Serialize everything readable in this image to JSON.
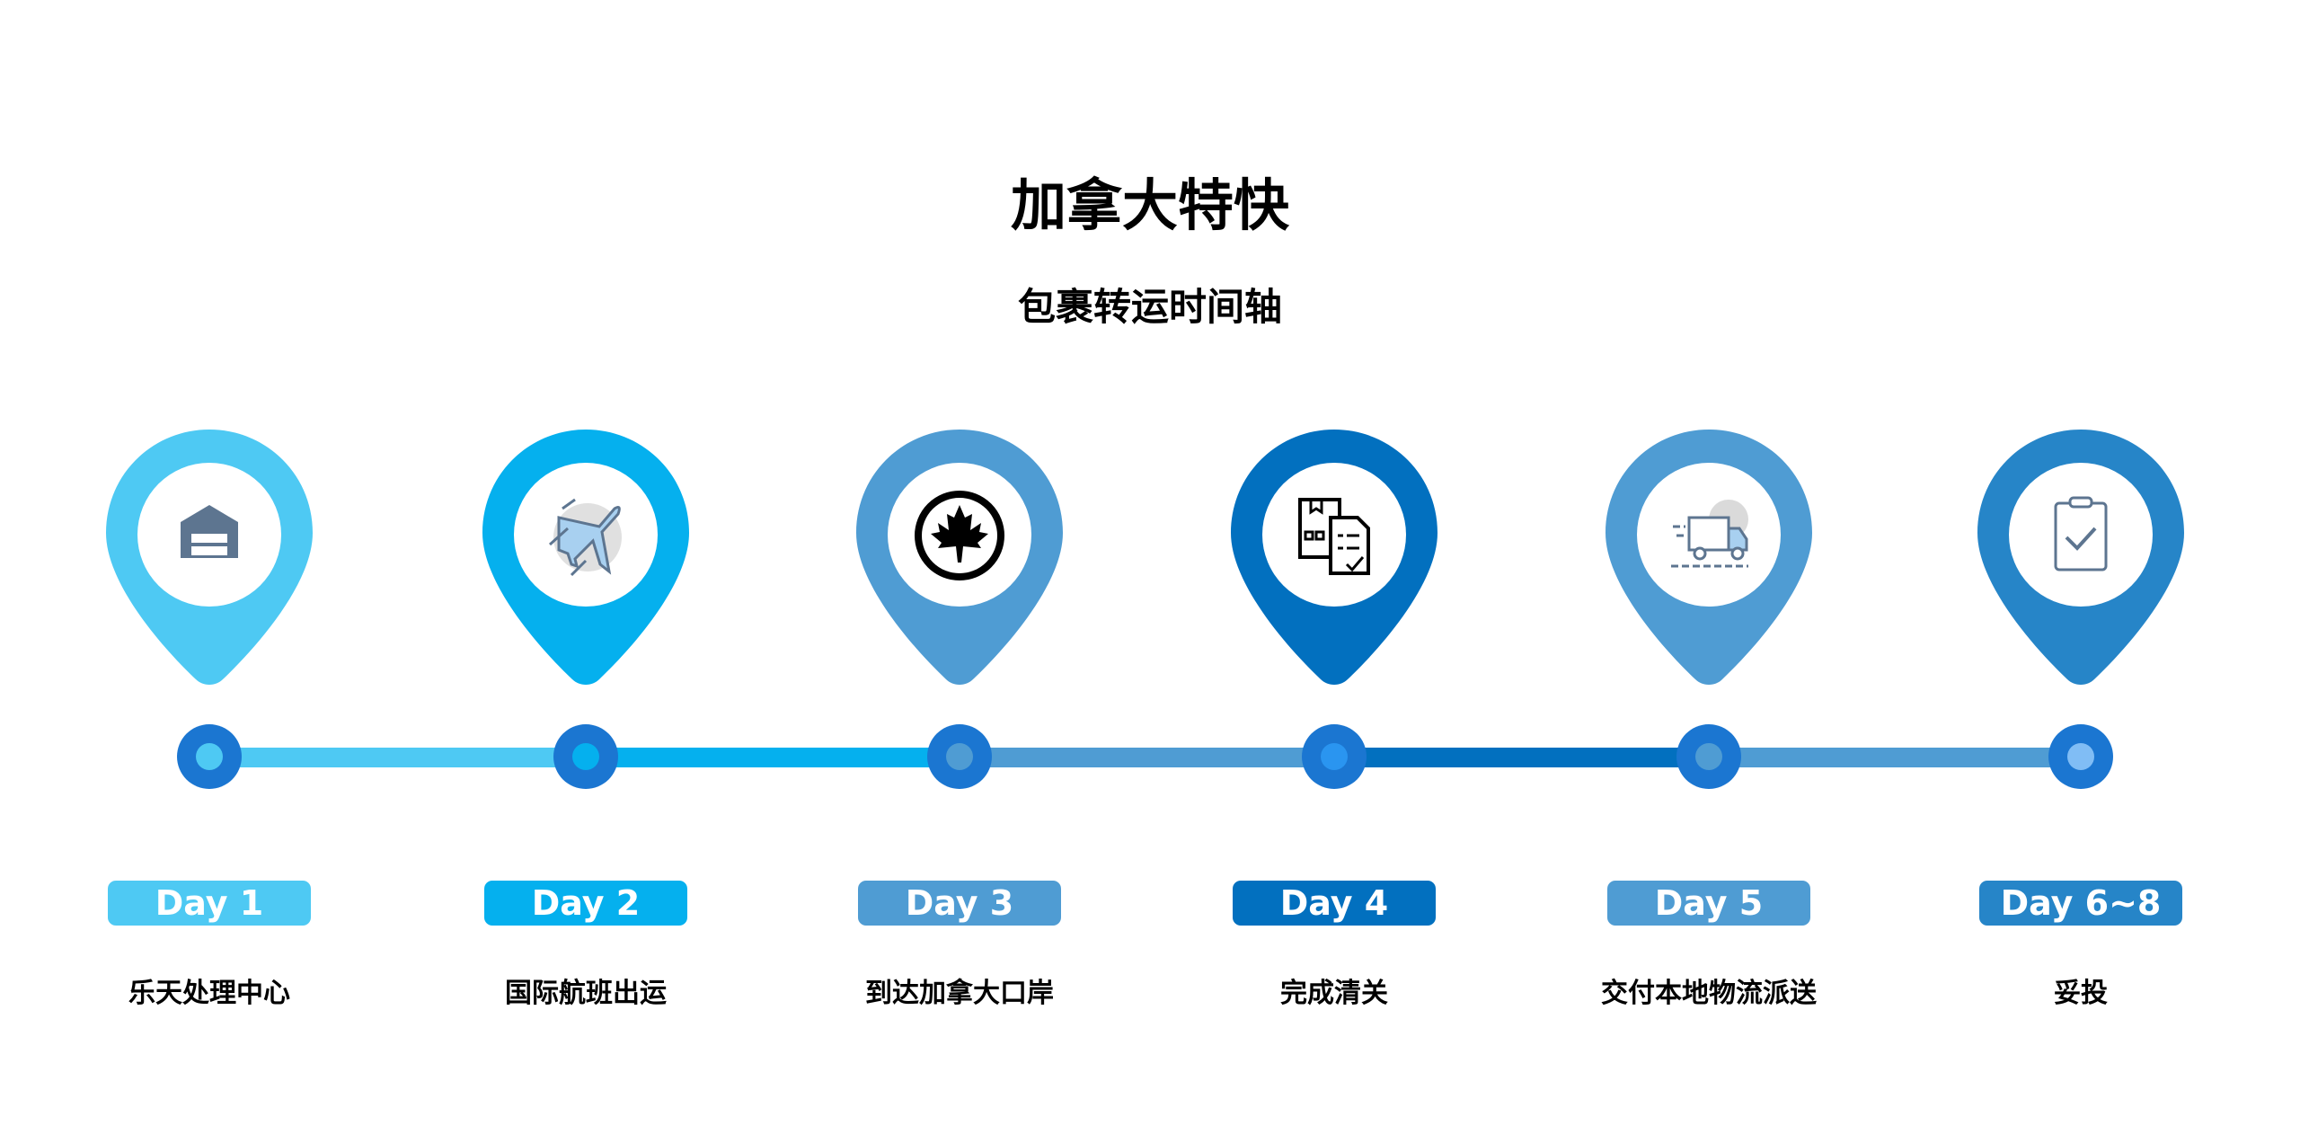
{
  "title": "加拿大特快",
  "subtitle": "包裹转运时间轴",
  "steps": [
    {
      "day": "Day 1",
      "label": "乐天处理中心",
      "icon": "warehouse-icon",
      "color": "#4EC9F3",
      "dot_inner": "#4EC9F3"
    },
    {
      "day": "Day 2",
      "label": "国际航班出运",
      "icon": "airplane-icon",
      "color": "#05B0EE",
      "dot_inner": "#05B0EE"
    },
    {
      "day": "Day 3",
      "label": "到达加拿大口岸",
      "icon": "maple-leaf-icon",
      "color": "#4F9CD3",
      "dot_inner": "#4F9CD3"
    },
    {
      "day": "Day 4",
      "label": "完成清关",
      "icon": "customs-documents-icon",
      "color": "#0270BF",
      "dot_inner": "#2A95F0"
    },
    {
      "day": "Day 5",
      "label": "交付本地物流派送",
      "icon": "delivery-truck-icon",
      "color": "#4F9CD3",
      "dot_inner": "#4F9CD3"
    },
    {
      "day": "Day 6~8",
      "label": "妥投",
      "icon": "clipboard-check-icon",
      "color": "#2685C8",
      "dot_inner": "#80BDF5"
    }
  ]
}
